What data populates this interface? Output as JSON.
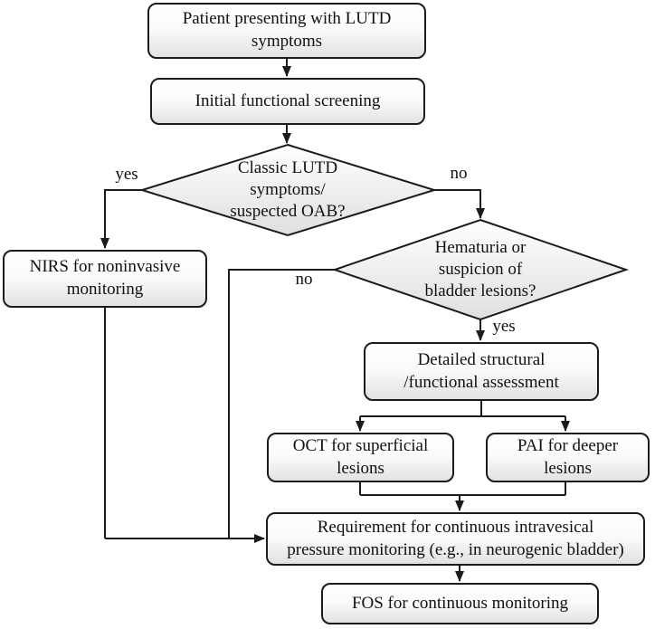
{
  "nodes": {
    "patient": {
      "text": "Patient presenting with LUTD\nsymptoms"
    },
    "screening": {
      "text": "Initial functional screening"
    },
    "classic_decision": {
      "text": "Classic LUTD\nsymptoms/\nsuspected OAB?"
    },
    "nirs": {
      "text": "NIRS for noninvasive\nmonitoring"
    },
    "hematuria_decision": {
      "text": "Hematuria or\nsuspicion of\nbladder lesions?"
    },
    "detailed": {
      "text": "Detailed structural\n/functional assessment"
    },
    "oct": {
      "text": "OCT for superficial\nlesions"
    },
    "pai": {
      "text": "PAI for deeper\nlesions"
    },
    "requirement": {
      "text": "Requirement for continuous intravesical\npressure monitoring (e.g., in neurogenic bladder)"
    },
    "fos": {
      "text": "FOS for continuous monitoring"
    }
  },
  "edges": {
    "classic_yes": {
      "label": "yes"
    },
    "classic_no": {
      "label": "no"
    },
    "hematuria_no": {
      "label": "no"
    },
    "hematuria_yes": {
      "label": "yes"
    }
  },
  "colors": {
    "border": "#1b1b1b",
    "line": "#1b1b1b",
    "node_fill_top": "#ffffff",
    "node_fill_bottom": "#e2e2e2",
    "text": "#111111",
    "background": "#ffffff"
  }
}
